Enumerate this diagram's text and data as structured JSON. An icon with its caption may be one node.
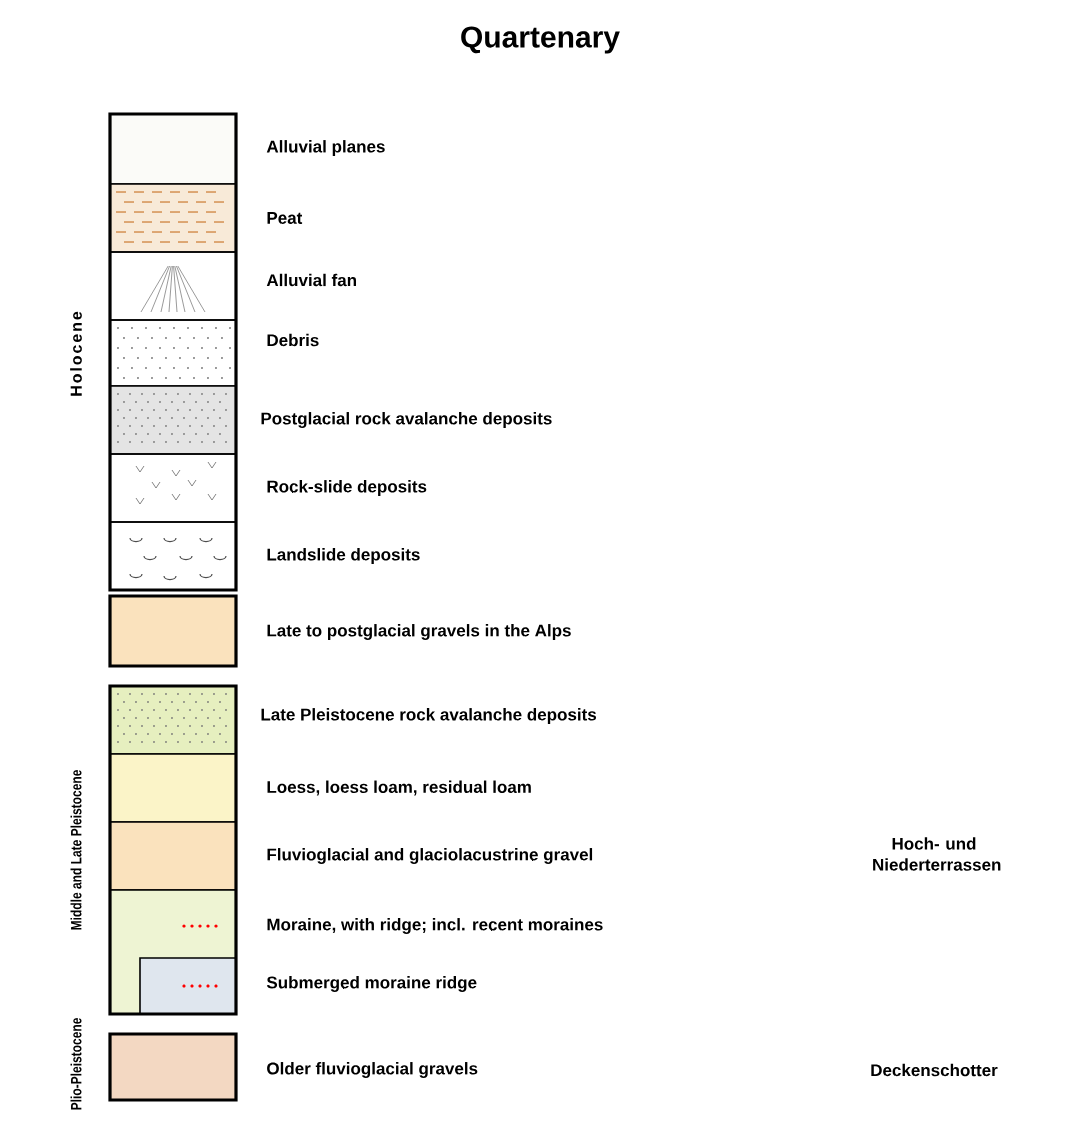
{
  "diagram": {
    "title": "Quartenary",
    "labels": [
      "Holocene",
      "Middle and Late Pleistocene",
      "Hoch- und Niederterrassen",
      "Plio-Pleistocene",
      "Deckenschotter"
    ],
    "legend": [
      {
        "text": "Alluvial planes",
        "color": "#fbfbf8"
      },
      {
        "text": "Peat",
        "color": "#f8ead8"
      },
      {
        "text": "Alluvial  fan"
      },
      {
        "text": "Debris"
      },
      {
        "text": "Postglacial rock avalanche deposits",
        "color": "#e4e4e4"
      },
      {
        "text": "Rock-slide deposits"
      },
      {
        "text": "Landslide deposits"
      },
      {
        "text": "Late to postglacial gravels in the Alps",
        "color": "#fae2bd"
      },
      {
        "text": "Late Pleistocene rock avalanche deposits",
        "color": "#e6efbf"
      },
      {
        "text": "Loess, loess loam, residual loam",
        "color": "#fbf4c8"
      },
      {
        "text": "Fluvioglacial and glaciolacustrine gravel",
        "color": "#fae2bd"
      },
      {
        "text": "Moraine, with ridge; incl. recent moraines",
        "color": "#eef4d3"
      },
      {
        "text": "Submerged moraine ridge",
        "color": "#dfe6ee"
      },
      {
        "text": "Older fluvioglacial gravels",
        "color": "#f3d8c2"
      }
    ]
  }
}
